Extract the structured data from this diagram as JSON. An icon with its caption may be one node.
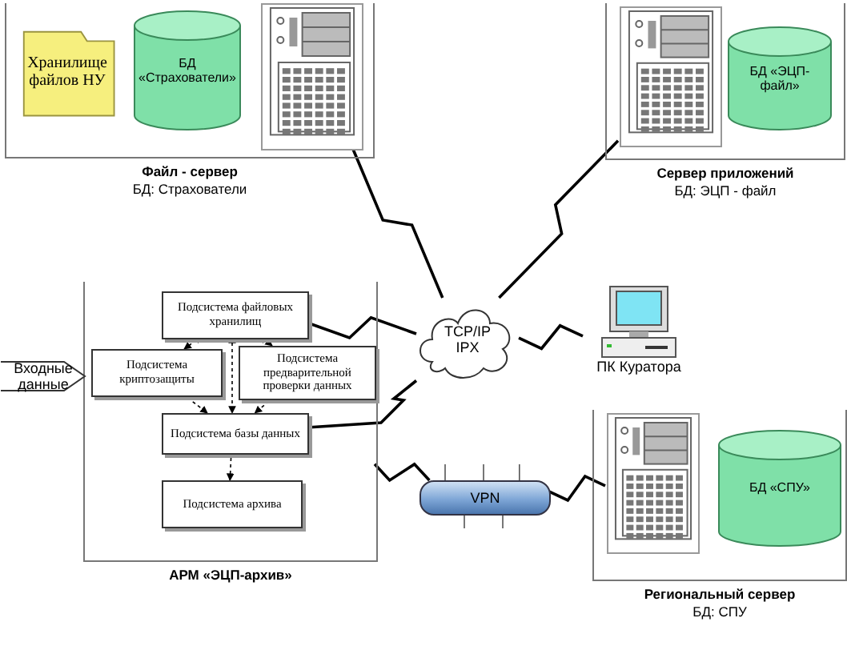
{
  "diagram": {
    "nodes": [
      {
        "text": [
          "Файл - сервер",
          "БД: Страхователи"
        ]
      },
      {
        "text": [
          "Хранилище файлов НУ"
        ],
        "in": 0
      },
      {
        "text": [
          "БД «Страхователи»"
        ],
        "in": 0
      },
      {
        "text": [],
        "shape": "server",
        "in": 0
      },
      {
        "text": [
          "Сервер приложений",
          "БД: ЭЦП - файл"
        ]
      },
      {
        "text": [],
        "shape": "server",
        "in": 4
      },
      {
        "text": [
          "БД «ЭЦП-файл»"
        ],
        "in": 4
      },
      {
        "text": [
          "TCP/IP IPX"
        ]
      },
      {
        "text": [
          "ПК Куратора"
        ]
      },
      {
        "text": [
          "АРМ «ЭЦП-архив»"
        ]
      },
      {
        "text": [
          "Подсистема файловых хранилищ"
        ],
        "in": 9
      },
      {
        "text": [
          "Подсистема криптозащиты"
        ],
        "in": 9
      },
      {
        "text": [
          "Подсистема предварительной проверки данных"
        ],
        "in": 9
      },
      {
        "text": [
          "Подсистема базы данных"
        ],
        "in": 9
      },
      {
        "text": [
          "Подсистема архива"
        ],
        "in": 9
      },
      {
        "text": [
          "Входные данные"
        ]
      },
      {
        "text": [
          "VPN"
        ]
      },
      {
        "text": [
          "Региональный сервер",
          "БД: СПУ"
        ]
      },
      {
        "text": [],
        "shape": "server",
        "in": 17
      },
      {
        "text": [
          "БД «СПУ»"
        ],
        "in": 17
      }
    ],
    "edges": [
      {
        "from": 3,
        "to": 7,
        "arrow": "none"
      },
      {
        "from": 5,
        "to": 7,
        "arrow": "none"
      },
      {
        "from": 7,
        "to": 8,
        "arrow": "none"
      },
      {
        "from": 10,
        "to": 7,
        "arrow": "none"
      },
      {
        "from": 13,
        "to": 7,
        "arrow": "none"
      },
      {
        "from": 9,
        "to": 16,
        "arrow": "none"
      },
      {
        "from": 16,
        "to": 18,
        "arrow": "none"
      },
      {
        "from": 10,
        "to": 11,
        "arrow": "both",
        "style": "dashed"
      },
      {
        "from": 10,
        "to": 12,
        "arrow": "both",
        "style": "dashed"
      },
      {
        "from": 10,
        "to": 13,
        "arrow": "both",
        "style": "dashed"
      },
      {
        "from": 11,
        "to": 13,
        "arrow": "to",
        "style": "dashed"
      },
      {
        "from": 12,
        "to": 13,
        "arrow": "to",
        "style": "dashed"
      },
      {
        "from": 13,
        "to": 14,
        "arrow": "to",
        "style": "dashed"
      }
    ]
  }
}
